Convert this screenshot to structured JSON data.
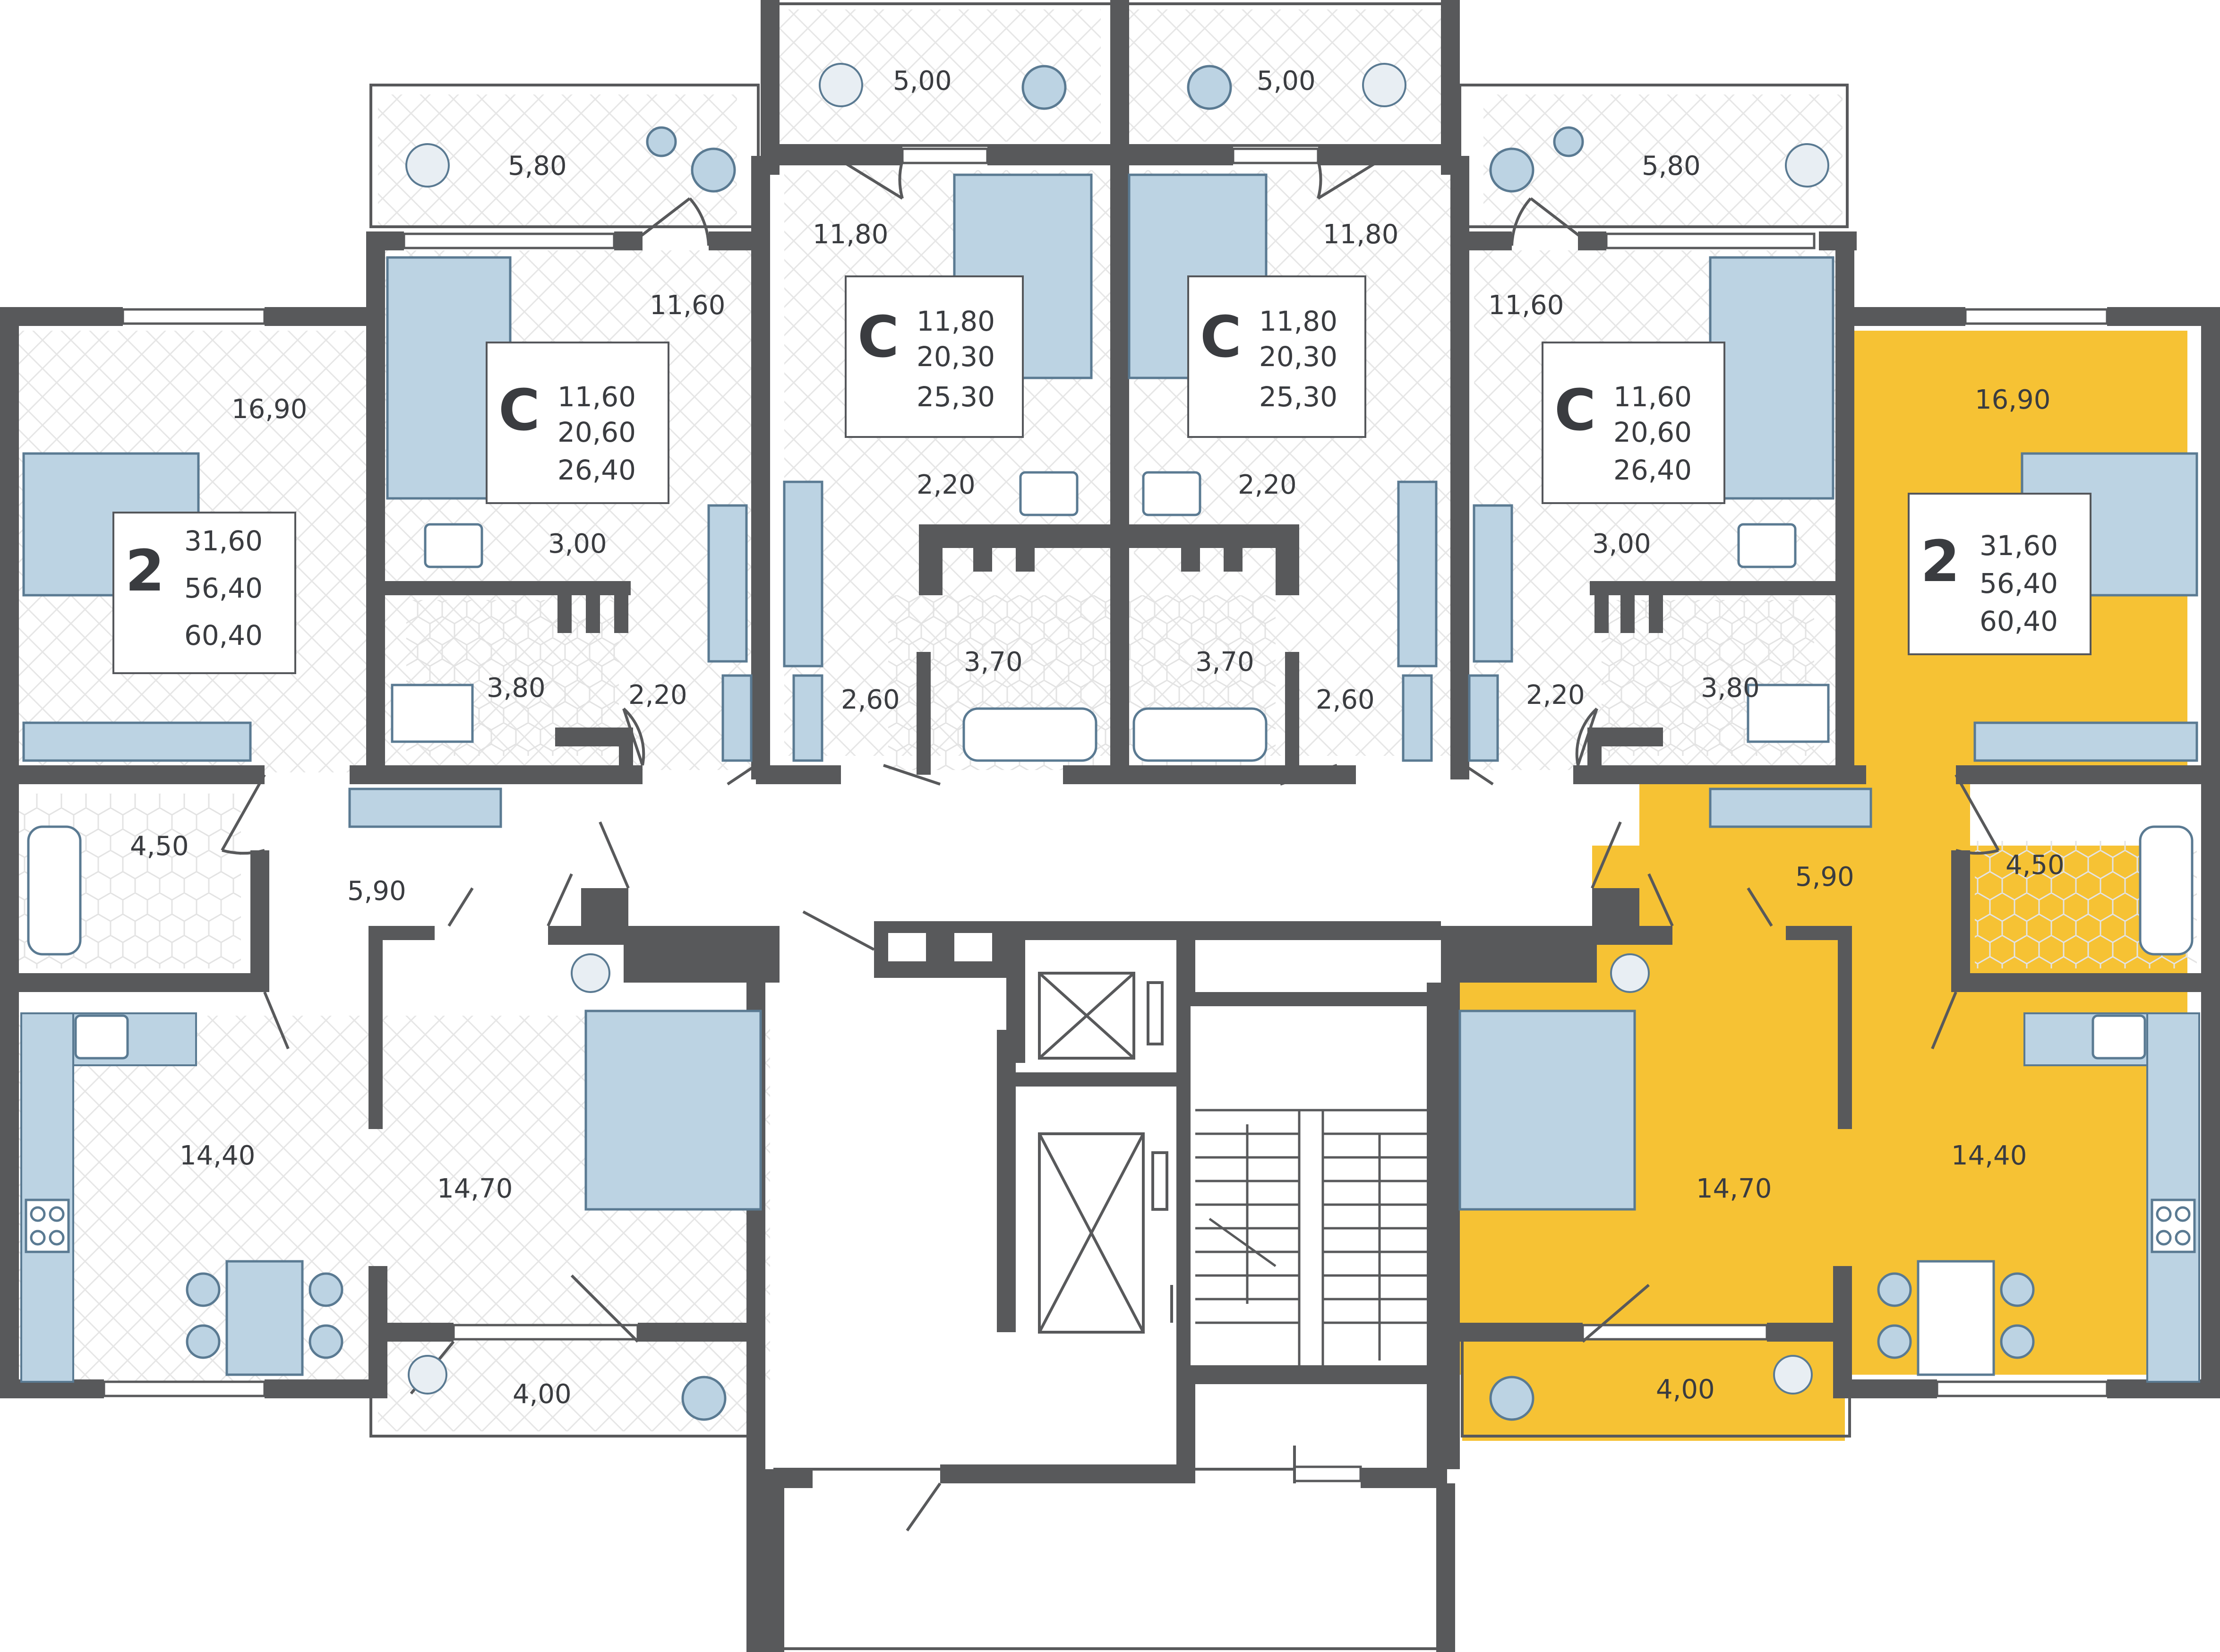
{
  "colors": {
    "wall": "#58595b",
    "furniture": "#bcd3e3",
    "furniture_stroke": "#5a7a92",
    "highlight": "#f6c234",
    "floor_line": "#e4e4e4",
    "text": "#3a3c40"
  },
  "apartments": [
    {
      "id": "left-2room",
      "type": "2",
      "living": "31,60",
      "total": "56,40",
      "total_with_balcony": "60,40",
      "highlighted": false
    },
    {
      "id": "left-studio",
      "type": "С",
      "living": "11,60",
      "total": "20,60",
      "total_with_balcony": "26,40",
      "highlighted": false
    },
    {
      "id": "mid-left-studio",
      "type": "С",
      "living": "11,80",
      "total": "20,30",
      "total_with_balcony": "25,30",
      "highlighted": false
    },
    {
      "id": "mid-right-studio",
      "type": "С",
      "living": "11,80",
      "total": "20,30",
      "total_with_balcony": "25,30",
      "highlighted": false
    },
    {
      "id": "right-studio",
      "type": "С",
      "living": "11,60",
      "total": "20,60",
      "total_with_balcony": "26,40",
      "highlighted": false
    },
    {
      "id": "right-2room",
      "type": "2",
      "living": "31,60",
      "total": "56,40",
      "total_with_balcony": "60,40",
      "highlighted": true
    }
  ],
  "room_areas": {
    "bal_top_mid_left": "5,00",
    "bal_top_mid_right": "5,00",
    "bal_top_left": "5,80",
    "bal_top_right": "5,80",
    "studio_mid_left_room": "11,80",
    "studio_mid_right_room": "11,80",
    "studio_left_room": "11,60",
    "studio_right_room": "11,60",
    "left_bedroom": "16,90",
    "right_bedroom": "16,90",
    "hall_mid_left": "2,20",
    "hall_mid_right": "2,20",
    "hall_left_studio": "3,00",
    "hall_right_studio": "3,00",
    "bath_left_studio": "3,80",
    "bath_right_studio": "3,80",
    "corr_left_studio": "2,20",
    "corr_right_studio": "2,20",
    "bath_mid_left": "3,70",
    "bath_mid_right": "3,70",
    "corr_mid_left": "2,60",
    "corr_mid_right": "2,60",
    "left_bath": "4,50",
    "right_bath": "4,50",
    "left_hall": "5,90",
    "right_hall": "5,90",
    "left_kitchen": "14,40",
    "right_kitchen": "14,40",
    "left_living": "14,70",
    "right_living": "14,70",
    "bal_bottom_left": "4,00",
    "bal_bottom_right": "4,00"
  }
}
